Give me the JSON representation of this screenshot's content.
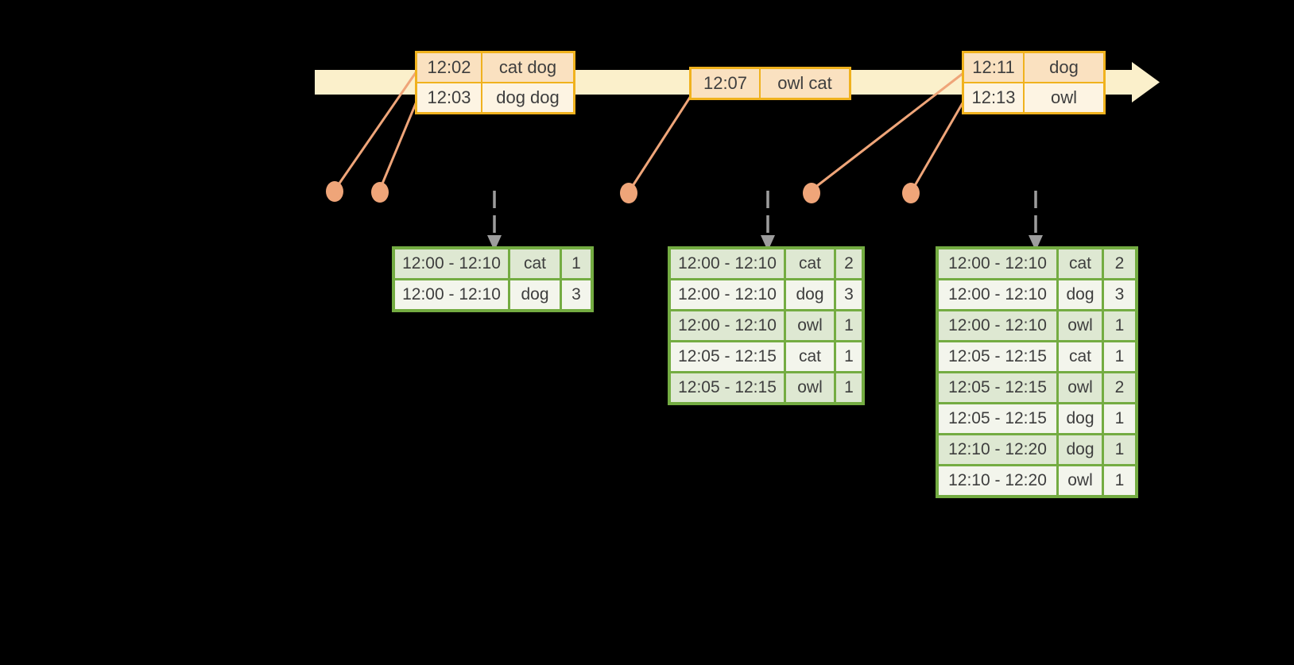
{
  "colors": {
    "background": "#000000",
    "timeline_band": "#FBF0CB",
    "event_border": "#F0B21E",
    "event_row_peach": "#FAE1C0",
    "event_row_cream": "#FDF4E3",
    "connector_salmon": "#EFA579",
    "result_border": "#74AC42",
    "result_row_sage": "#DEE8D2",
    "result_row_white": "#F3F5EC",
    "trigger_arrow_gray": "#9D9D9D",
    "text": "#3E3E3E"
  },
  "timeline": {
    "event_tables": [
      {
        "rows": [
          [
            "12:02",
            "cat dog"
          ],
          [
            "12:03",
            "dog dog"
          ]
        ]
      },
      {
        "rows": [
          [
            "12:07",
            "owl cat"
          ]
        ]
      },
      {
        "rows": [
          [
            "12:11",
            "dog"
          ],
          [
            "12:13",
            "owl"
          ]
        ]
      }
    ]
  },
  "result_tables": [
    {
      "rows": [
        [
          "12:00 - 12:10",
          "cat",
          "1"
        ],
        [
          "12:00 - 12:10",
          "dog",
          "3"
        ]
      ]
    },
    {
      "rows": [
        [
          "12:00 - 12:10",
          "cat",
          "2"
        ],
        [
          "12:00 - 12:10",
          "dog",
          "3"
        ],
        [
          "12:00 - 12:10",
          "owl",
          "1"
        ],
        [
          "12:05 - 12:15",
          "cat",
          "1"
        ],
        [
          "12:05 - 12:15",
          "owl",
          "1"
        ]
      ]
    },
    {
      "rows": [
        [
          "12:00 - 12:10",
          "cat",
          "2"
        ],
        [
          "12:00 - 12:10",
          "dog",
          "3"
        ],
        [
          "12:00 - 12:10",
          "owl",
          "1"
        ],
        [
          "12:05 - 12:15",
          "cat",
          "1"
        ],
        [
          "12:05 - 12:15",
          "owl",
          "2"
        ],
        [
          "12:05 - 12:15",
          "dog",
          "1"
        ],
        [
          "12:10 - 12:20",
          "dog",
          "1"
        ],
        [
          "12:10 - 12:20",
          "owl",
          "1"
        ]
      ]
    }
  ]
}
